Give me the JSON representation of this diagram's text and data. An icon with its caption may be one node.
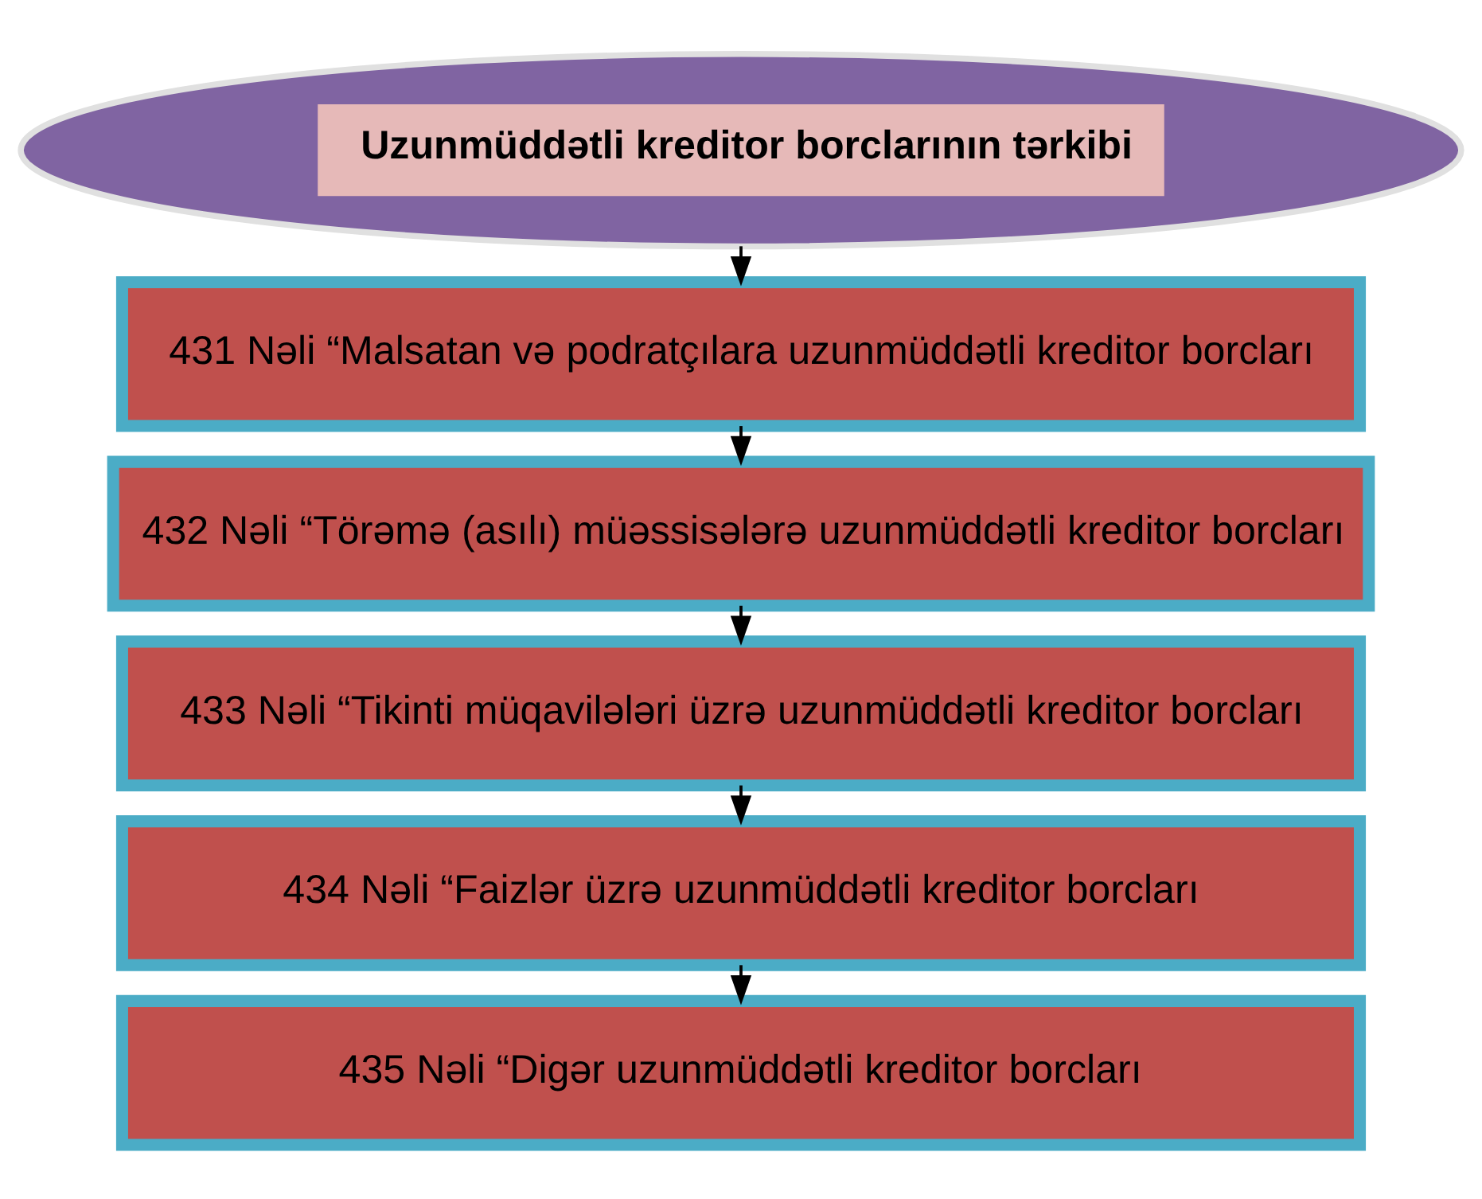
{
  "diagram": {
    "nodes": [
      {
        "text": [
          "Uzunmüddətli kreditor borclarının tərkibi"
        ]
      },
      {
        "text": [
          "431 Nəli “Malsatan və podratçılara uzunmüddətli kreditor borcları"
        ]
      },
      {
        "text": [
          "432 Nəli “Törəmə (asılı) müəssisələrə uzunmüddətli kreditor borcları"
        ]
      },
      {
        "text": [
          "433 Nəli “Tikinti müqavilələri üzrə uzunmüddətli kreditor borcları"
        ]
      },
      {
        "text": [
          "434 Nəli “Faizlər üzrə uzunmüddətli kreditor borcları"
        ]
      },
      {
        "text": [
          "435 Nəli “Digər uzunmüddətli kreditor borcları"
        ]
      }
    ],
    "edges": [
      {
        "from": 0,
        "to": 1,
        "arrow": "to"
      },
      {
        "from": 1,
        "to": 2,
        "arrow": "to"
      },
      {
        "from": 2,
        "to": 3,
        "arrow": "to"
      },
      {
        "from": 3,
        "to": 4,
        "arrow": "to"
      },
      {
        "from": 4,
        "to": 5,
        "arrow": "to"
      }
    ]
  }
}
